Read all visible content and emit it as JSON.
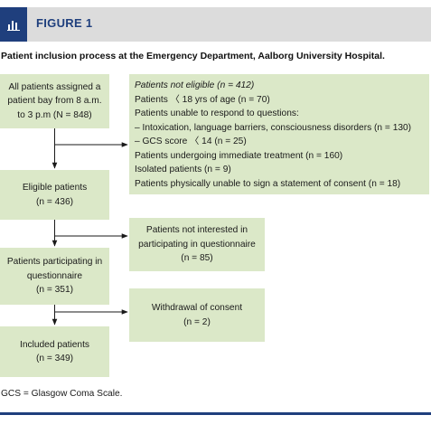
{
  "header": {
    "figure_label": "FIGURE 1",
    "icon": "bar-chart-icon",
    "accent_color": "#1f3f7d",
    "box_color": "#dbe8c8"
  },
  "caption": "Patient inclusion process at the Emergency Department, Aalborg University Hospital.",
  "flow": {
    "assigned": {
      "lines": [
        "All patients assigned a",
        "patient bay from 8 a.m.",
        "to 3 p.m (N = 848)"
      ]
    },
    "not_eligible": {
      "title": "Patients not eligible (n = 412)",
      "lines": [
        "Patients 〈 18 yrs of age (n = 70)",
        "Patients unable to respond to questions:",
        "–  Intoxication, language barriers, consciousness disorders (n = 130)",
        "–  GCS score 〈 14 (n = 25)",
        "Patients undergoing immediate treatment (n = 160)",
        "Isolated patients (n = 9)",
        "Patients physically unable to sign a statement of consent (n = 18)"
      ]
    },
    "eligible": {
      "lines": [
        "Eligible patients",
        "(n = 436)"
      ]
    },
    "not_interested": {
      "lines": [
        "Patients not interested in",
        "participating in questionnaire",
        "(n = 85)"
      ]
    },
    "participating": {
      "lines": [
        "Patients participating in",
        "questionnaire",
        "(n = 351)"
      ]
    },
    "withdrawal": {
      "lines": [
        "Withdrawal of consent",
        "(n = 2)"
      ]
    },
    "included": {
      "lines": [
        "Included patients",
        "(n = 349)"
      ]
    }
  },
  "footnote": "GCS = Glasgow Coma Scale."
}
